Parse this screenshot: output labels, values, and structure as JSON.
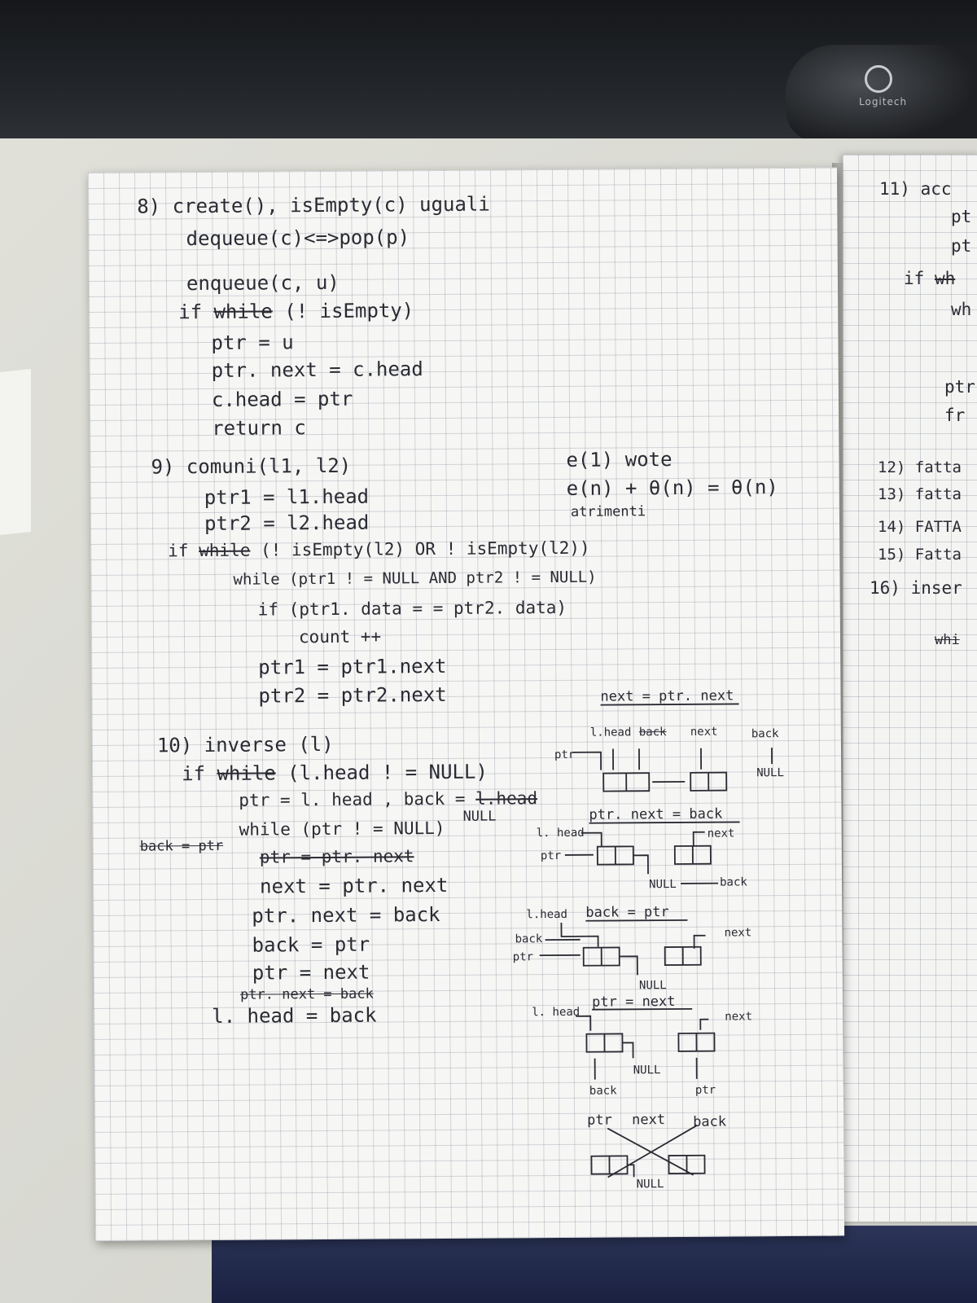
{
  "logo": {
    "text": "Logitech"
  },
  "left_page": {
    "ex8": {
      "l1": "8) create(), isEmpty(c) uguali",
      "l2": "dequeue(c)<=>pop(p)",
      "l3": "enqueue(c, u)",
      "l4_a": "if",
      "l4_strike": "while",
      "l4_b": "(! isEmpty)",
      "l5": "ptr = u",
      "l6": "ptr. next = c.head",
      "l7": "c.head = ptr",
      "l8": "return c"
    },
    "ex9": {
      "l1": "9) comuni(l1, l2)",
      "l2": "ptr1 = l1.head",
      "l3": "ptr2 = l2.head",
      "l4_a": "if",
      "l4_strike": "while",
      "l4_b": "(! isEmpty(l2) OR ! isEmpty(l2))",
      "l5": "while (ptr1 ! = NULL AND ptr2 ! = NULL)",
      "l6": "if (ptr1. data = = ptr2. data)",
      "l7": "count ++",
      "l8": "ptr1 = ptr1.next",
      "l9": "ptr2 = ptr2.next",
      "note1": "e(1) wote",
      "note2": "e(n) + θ(n) = θ(n)",
      "note3": "atrimenti"
    },
    "ex10": {
      "l1": "10) inverse (l)",
      "l2_a": "if",
      "l2_strike": "while",
      "l2_b": "(l.head ! = NULL)",
      "l3": "ptr = l. head , back =",
      "l3_strike": "l.head",
      "l3_null": "NULL",
      "l4": "while (ptr ! = NULL)",
      "l4_strike_left": "back = ptr",
      "l5_strike": "ptr = ptr. next",
      "l6": "next = ptr. next",
      "l7": "ptr. next = back",
      "l8": "back = ptr",
      "l9": "ptr = next",
      "l10_strike": "ptr. next = back",
      "l11": "l. head = back"
    },
    "diagrams": {
      "s1_title": "next = ptr. next",
      "s1_lhead": "l.head",
      "s1_back_strike": "back",
      "s1_next": "next",
      "s1_back": "back",
      "s1_ptr": "ptr",
      "s1_null": "NULL",
      "s2_title": "ptr. next = back",
      "s2_lhead": "l. head",
      "s2_next": "next",
      "s2_ptr": "ptr",
      "s2_null": "NULL",
      "s2_back": "back",
      "s3_lhead": "l.head",
      "s3_title": "back = ptr",
      "s3_next": "next",
      "s3_back": "back",
      "s3_ptr": "ptr",
      "s3_null": "NULL",
      "s4_lhead": "l. head",
      "s4_title": "ptr = next",
      "s4_next": "next",
      "s4_null": "NULL",
      "s4_back": "back",
      "s4_ptr": "ptr",
      "s5_ptr": "ptr",
      "s5_next": "next",
      "s5_back": "back",
      "s5_null": "NULL"
    }
  },
  "right_page": {
    "r1": "11) acc",
    "r2": "pt",
    "r3": "pt",
    "r4_a": "if",
    "r4_strike": "wh",
    "r5": "wh",
    "r6": "ptr",
    "r7": "fr",
    "r8": "12) fatta",
    "r9": "13) fatta",
    "r10": "14) FATTA",
    "r11": "15) Fatta",
    "r12": "16) inser",
    "r13_strike": "whi"
  }
}
